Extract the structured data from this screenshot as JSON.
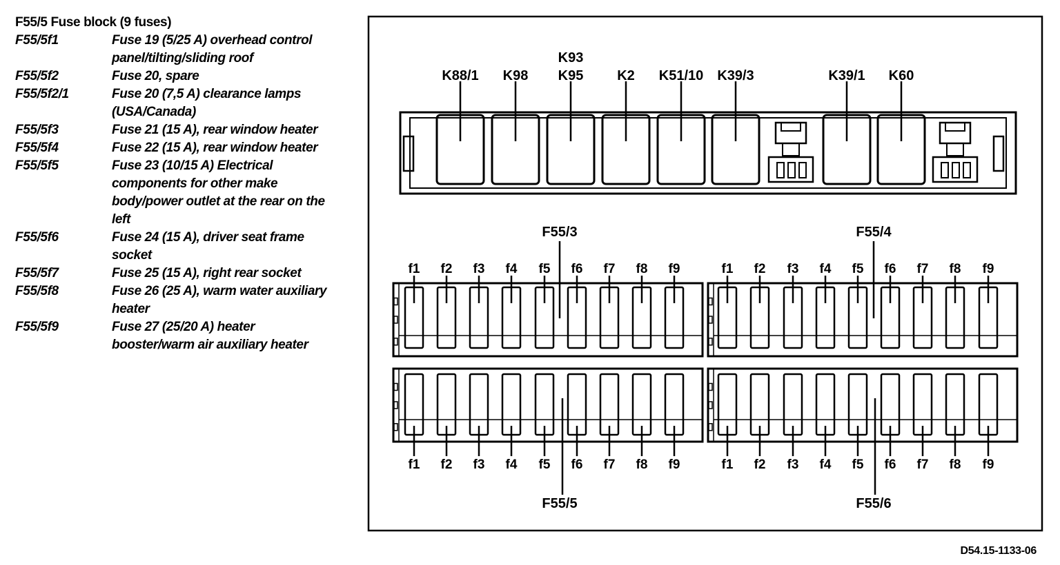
{
  "legend": {
    "title": "F55/5  Fuse block (9 fuses)",
    "items": [
      {
        "code": "F55/5f1",
        "desc": "Fuse 19 (5/25 A) overhead control panel/tilting/sliding roof"
      },
      {
        "code": "F55/5f2",
        "desc": "Fuse 20, spare"
      },
      {
        "code": "F55/5f2/1",
        "desc": "Fuse 20 (7,5 A) clearance lamps (USA/Canada)"
      },
      {
        "code": "F55/5f3",
        "desc": "Fuse 21 (15 A), rear window heater"
      },
      {
        "code": "F55/5f4",
        "desc": "Fuse 22 (15 A), rear window heater"
      },
      {
        "code": "F55/5f5",
        "desc": "Fuse 23 (10/15 A) Electrical components for other make body/power outlet at the rear on the left"
      },
      {
        "code": "F55/5f6",
        "desc": "Fuse 24 (15 A), driver seat frame socket"
      },
      {
        "code": "F55/5f7",
        "desc": "Fuse 25 (15 A), right rear socket"
      },
      {
        "code": "F55/5f8",
        "desc": "Fuse 26 (25 A), warm water auxiliary heater"
      },
      {
        "code": "F55/5f9",
        "desc": "Fuse 27 (25/20 A) heater booster/warm air auxiliary heater"
      }
    ]
  },
  "relay_labels": [
    {
      "text": "K88/1"
    },
    {
      "text": "K98"
    },
    {
      "text": "K93",
      "text2": "K95"
    },
    {
      "text": "K2"
    },
    {
      "text": "K51/10"
    },
    {
      "text": "K39/3"
    },
    {
      "text": "K39/1"
    },
    {
      "text": "K60"
    }
  ],
  "fuse_block_labels": {
    "top_left": "F55/3",
    "top_right": "F55/4",
    "bottom_left": "F55/5",
    "bottom_right": "F55/6"
  },
  "fuse_labels": [
    "f1",
    "f2",
    "f3",
    "f4",
    "f5",
    "f6",
    "f7",
    "f8",
    "f9"
  ],
  "doc_ref": "D54.15-1133-06"
}
